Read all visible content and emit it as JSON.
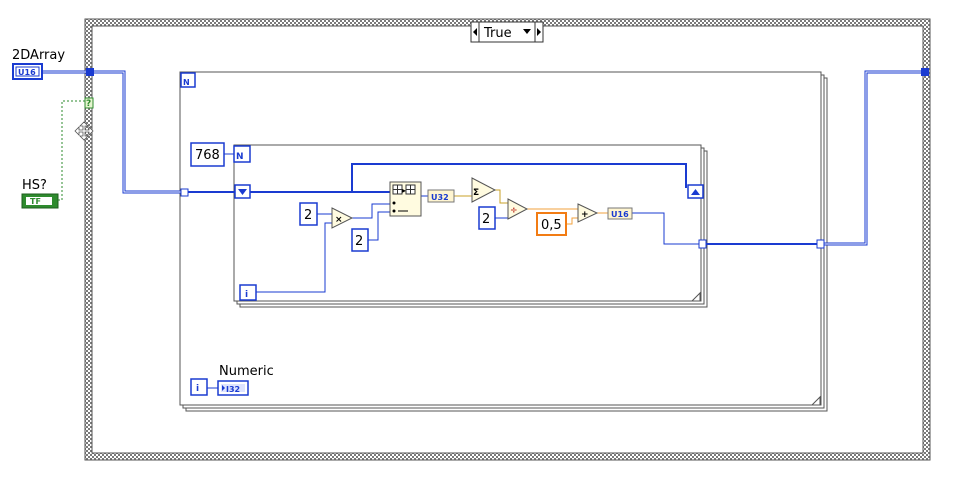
{
  "case_selector": {
    "value": "True"
  },
  "controls": {
    "array_label": "2DArray",
    "array_type": "U16",
    "hs_label": "HS?",
    "hs_type": "TF"
  },
  "outer_loop": {
    "count_label": "N",
    "iter_label": "i"
  },
  "inner_loop": {
    "count_label": "N",
    "count_value": "768",
    "iter_label": "i"
  },
  "constants": {
    "multiplier": "2",
    "subset_length": "2",
    "divisor": "2",
    "offset": "0,5"
  },
  "operators": {
    "multiply": "×",
    "divide": "÷",
    "add": "+",
    "sum": "Σ"
  },
  "conversions": {
    "to_u32": "U32",
    "to_u16": "U16"
  },
  "indicator": {
    "label": "Numeric",
    "type": "I32"
  },
  "colors": {
    "u16_wire": "#1a3bd1",
    "orange_wire": "#f2a23c",
    "boolean_wire": "#2e8b2e",
    "loop_border": "#555555"
  }
}
